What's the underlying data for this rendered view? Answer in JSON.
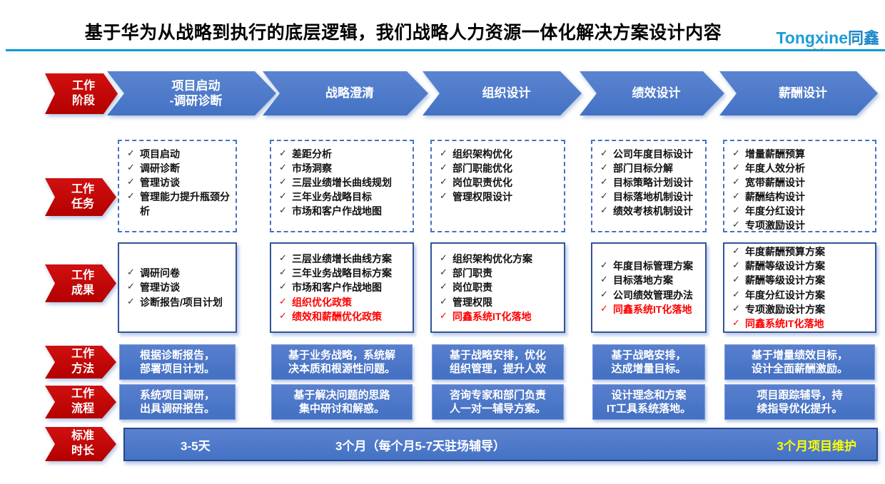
{
  "header": {
    "title": "基于华为从战略到执行的底层逻辑，我们战略人力资源一体化解决方案设计内容",
    "logo_en": "Tongxine",
    "logo_cn": "同鑫"
  },
  "colors": {
    "accent_red": "#c00000",
    "accent_blue": "#4472c4",
    "divider_blue": "#0099d8",
    "highlight_red_text": "#fe0000",
    "highlight_yellow_text": "#ffff00",
    "logo_blue": "#1b9cd8",
    "logo_orange": "#f59a23"
  },
  "icons": {
    "check": "✓"
  },
  "labels": {
    "phase": "工作\n阶段",
    "tasks": "工作\n任务",
    "outputs": "工作\n成果",
    "method": "工作\n方法",
    "process": "工作\n流程",
    "duration": "标准\n时长"
  },
  "columns": [
    {
      "phase": "项目启动\n-调研诊断",
      "tasks": [
        "项目启动",
        "调研诊断",
        "管理访谈",
        "管理能力提升瓶颈分析"
      ],
      "outputs": [
        {
          "text": "调研问卷",
          "red": false
        },
        {
          "text": "管理访谈",
          "red": false
        },
        {
          "text": "诊断报告/项目计划",
          "red": false
        }
      ],
      "method": "根据诊断报告，\n部署项目计划。",
      "process": "系统项目调研，\n出具调研报告。"
    },
    {
      "phase": "战略澄清",
      "tasks": [
        "差距分析",
        "市场洞察",
        "三层业绩增长曲线规划",
        "三年业务战略目标",
        "市场和客户作战地图"
      ],
      "outputs": [
        {
          "text": "三层业绩增长曲线方案",
          "red": false
        },
        {
          "text": "三年业务战略目标方案",
          "red": false
        },
        {
          "text": "市场和客户作战地图",
          "red": false
        },
        {
          "text": "组织优化政策",
          "red": true
        },
        {
          "text": "绩效和薪酬优化政策",
          "red": true
        }
      ],
      "method": "基于业务战略，系统解\n决本质和根源性问题。",
      "process": "基于解决问题的思路\n集中研讨和解惑。"
    },
    {
      "phase": "组织设计",
      "tasks": [
        "组织架构优化",
        "部门职能优化",
        "岗位职责优化",
        "管理权限设计"
      ],
      "outputs": [
        {
          "text": "组织架构优化方案",
          "red": false
        },
        {
          "text": "部门职责",
          "red": false
        },
        {
          "text": "岗位职责",
          "red": false
        },
        {
          "text": "管理权限",
          "red": false
        },
        {
          "text": "同鑫系统IT化落地",
          "red": true
        }
      ],
      "method": "基于战略安排，优化\n组织管理，提升人效",
      "process": "咨询专家和部门负责\n人一对一辅导方案。"
    },
    {
      "phase": "绩效设计",
      "tasks": [
        "公司年度目标设计",
        "部门目标分解",
        "目标策略计划设计",
        "目标落地机制设计",
        "绩效考核机制设计"
      ],
      "outputs": [
        {
          "text": "年度目标管理方案",
          "red": false
        },
        {
          "text": "目标落地方案",
          "red": false
        },
        {
          "text": "公司绩效管理办法",
          "red": false
        },
        {
          "text": "同鑫系统IT化落地",
          "red": true
        }
      ],
      "method": "基于战略安排，\n达成增量目标。",
      "process": "设计理念和方案\nIT工具系统落地。"
    },
    {
      "phase": "薪酬设计",
      "tasks": [
        "增量薪酬预算",
        "年度人效分析",
        "宽带薪酬设计",
        "薪酬结构设计",
        "年度分红设计",
        "专项激励设计"
      ],
      "outputs": [
        {
          "text": "年度薪酬预算方案",
          "red": false
        },
        {
          "text": "薪酬等级设计方案",
          "red": false
        },
        {
          "text": "薪酬等级设计方案",
          "red": false
        },
        {
          "text": "年度分红设计方案",
          "red": false
        },
        {
          "text": "专项激励设计方案",
          "red": false
        },
        {
          "text": "同鑫系统IT化落地",
          "red": true
        }
      ],
      "method": "基于增量绩效目标，\n设计全面薪酬激励。",
      "process": "项目跟踪辅导，持\n续指导优化提升。"
    }
  ],
  "duration": {
    "left": "3-5天",
    "middle": "3个月（每个月5-7天驻场辅导）",
    "right": "3个月项目维护"
  }
}
